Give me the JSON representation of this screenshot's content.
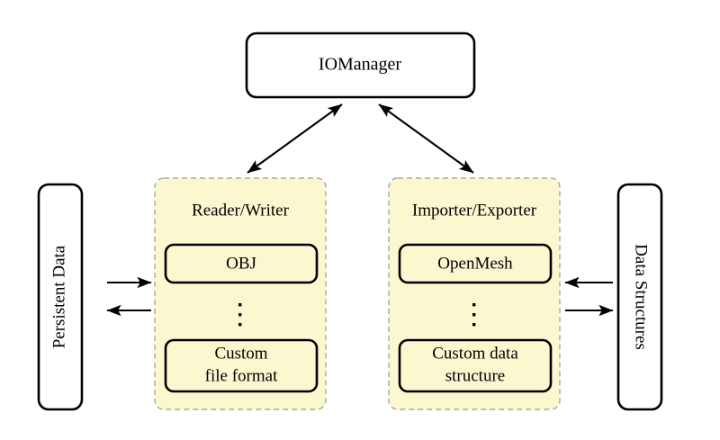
{
  "diagram": {
    "title_node": {
      "label": "IOManager"
    },
    "side_nodes": [
      {
        "id": "persistent-data",
        "label": "Persistent Data",
        "rotation": -90
      },
      {
        "id": "data-structures",
        "label": "Data Structures",
        "rotation": 90
      }
    ],
    "panels": [
      {
        "id": "reader-writer",
        "title": "Reader/Writer",
        "items": [
          "OBJ",
          "Custom\nfile format"
        ],
        "item_lines": [
          [
            "OBJ"
          ],
          [
            "Custom",
            "file format"
          ]
        ],
        "ellipsis": "vertical-dots"
      },
      {
        "id": "importer-exporter",
        "title": "Importer/Exporter",
        "items": [
          "OpenMesh",
          "Custom data\nstructure"
        ],
        "item_lines": [
          [
            "OpenMesh"
          ],
          [
            "Custom data",
            "structure"
          ]
        ],
        "ellipsis": "vertical-dots"
      }
    ],
    "connections": [
      {
        "id": "iomanager-to-reader-writer",
        "from": "IOManager",
        "to": "Reader/Writer",
        "direction": "bidirectional"
      },
      {
        "id": "iomanager-to-importer-exporter",
        "from": "IOManager",
        "to": "Importer/Exporter",
        "direction": "bidirectional"
      },
      {
        "id": "persistent-data-to-reader-writer",
        "from": "Persistent Data",
        "to": "Reader/Writer",
        "direction": "right"
      },
      {
        "id": "reader-writer-to-persistent-data",
        "from": "Reader/Writer",
        "to": "Persistent Data",
        "direction": "left"
      },
      {
        "id": "data-structures-to-importer-exporter",
        "from": "Data Structures",
        "to": "Importer/Exporter",
        "direction": "left"
      },
      {
        "id": "importer-exporter-to-data-structures",
        "from": "Importer/Exporter",
        "to": "Data Structures",
        "direction": "right"
      }
    ],
    "colors": {
      "panel_fill": "#FBF8D0",
      "panel_border": "#A8A8A0",
      "node_fill": "#FFFFFF",
      "node_border": "#000000",
      "arrow": "#000000"
    }
  }
}
